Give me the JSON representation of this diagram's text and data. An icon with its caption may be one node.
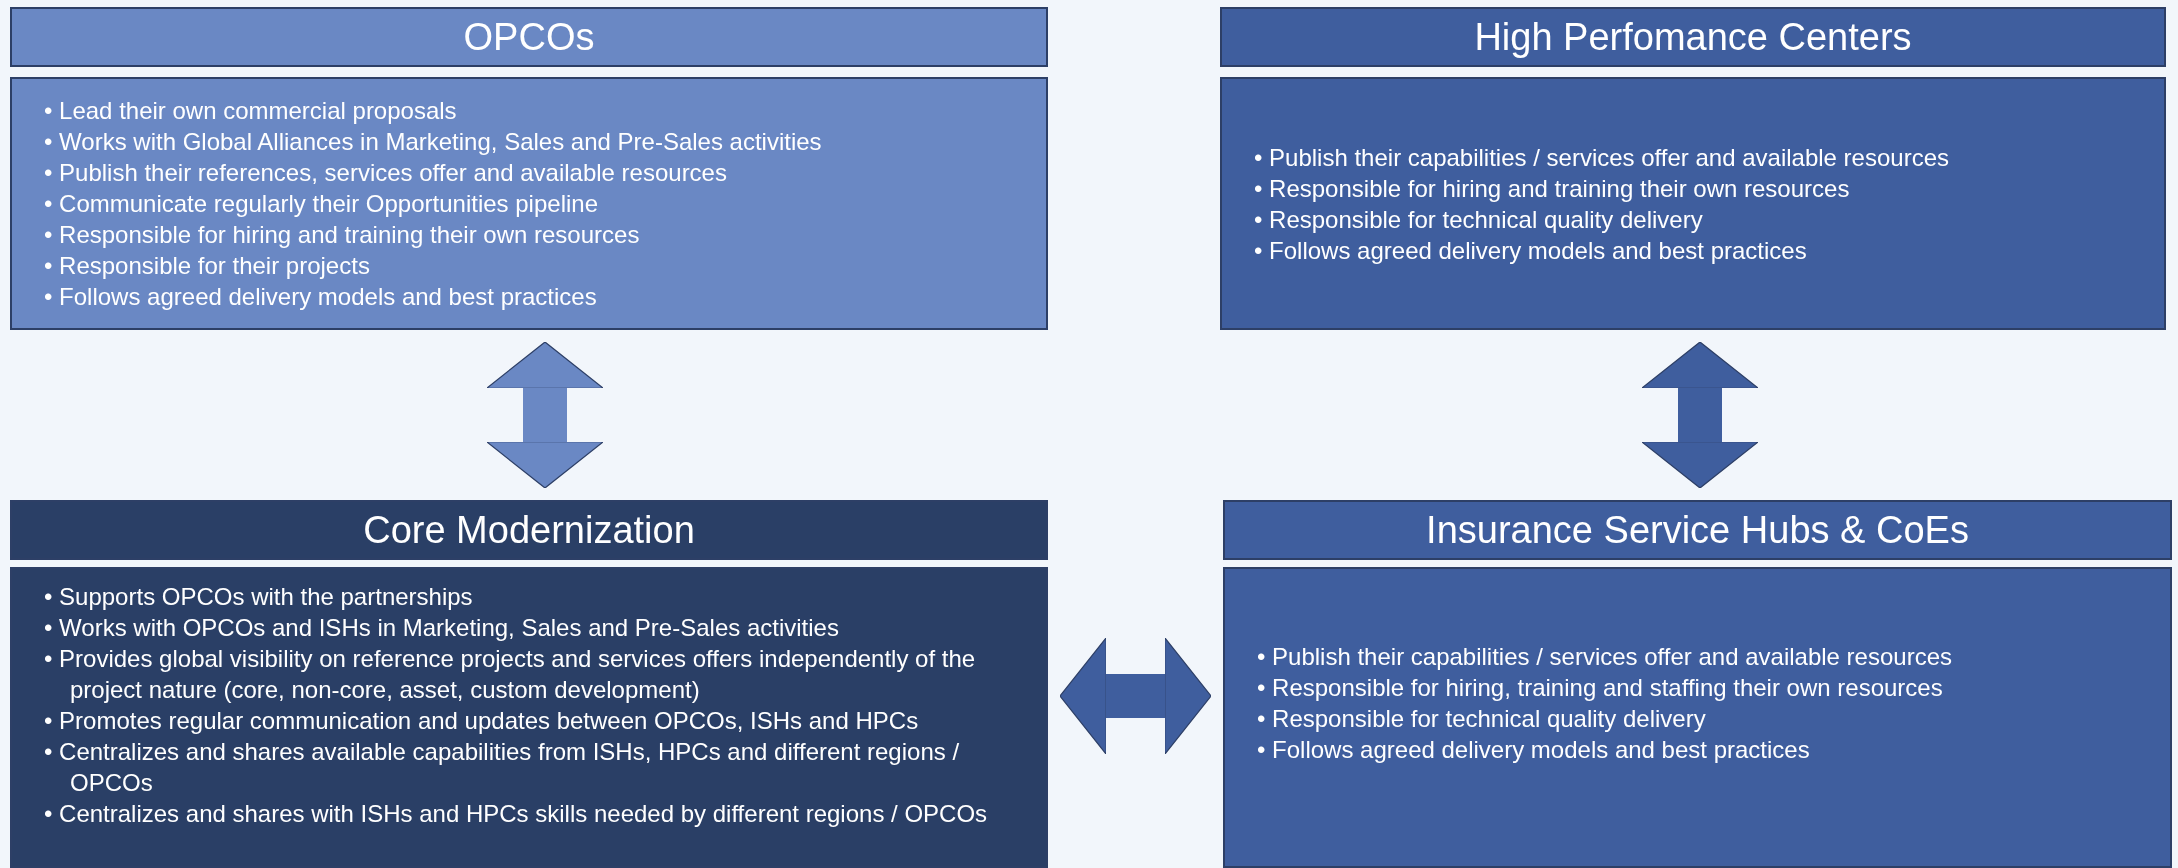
{
  "diagram": {
    "nodes": [
      {
        "text": [
          "OPCOs"
        ]
      },
      {
        "text": [
          "• Lead their own commercial proposals",
          "• Works with Global Alliances in Marketing, Sales and Pre-Sales activities",
          "• Publish their references, services offer and available resources",
          "• Communicate regularly their Opportunities pipeline",
          "• Responsible for hiring and training their own resources",
          "• Responsible for their projects",
          "• Follows agreed delivery models and best practices"
        ]
      },
      {
        "text": [
          "High Perfomance Centers"
        ]
      },
      {
        "text": [
          "• Publish their capabilities / services offer and available resources",
          "• Responsible for hiring and training their own resources",
          "• Responsible for technical quality delivery",
          "• Follows agreed delivery models and best practices"
        ]
      },
      {
        "text": [
          "Core Modernization"
        ]
      },
      {
        "text": [
          "• Supports OPCOs with the partnerships",
          "• Works with OPCOs and ISHs in Marketing, Sales and Pre-Sales activities",
          "• Provides global visibility on reference projects and services offers independently of the project nature (core, non-core, asset, custom development)",
          "• Promotes regular communication and updates between OPCOs, ISHs and HPCs",
          "• Centralizes and shares available capabilities from ISHs, HPCs and different regions / OPCOs",
          "• Centralizes and shares with ISHs and HPCs skills needed by different regions / OPCOs"
        ]
      },
      {
        "text": [
          "Insurance Service Hubs & CoEs"
        ]
      },
      {
        "text": [
          "• Publish their capabilities / services offer and available resources",
          "• Responsible for hiring, training and staffing their own resources",
          "• Responsible for technical quality delivery",
          "• Follows agreed delivery models and best practices"
        ]
      }
    ],
    "edges": [
      {
        "from": 1,
        "to": 4,
        "arrow": "both",
        "color": "#6a88c4"
      },
      {
        "from": 3,
        "to": 6,
        "arrow": "both"
      },
      {
        "from": 5,
        "to": 7,
        "arrow": "both"
      }
    ]
  }
}
